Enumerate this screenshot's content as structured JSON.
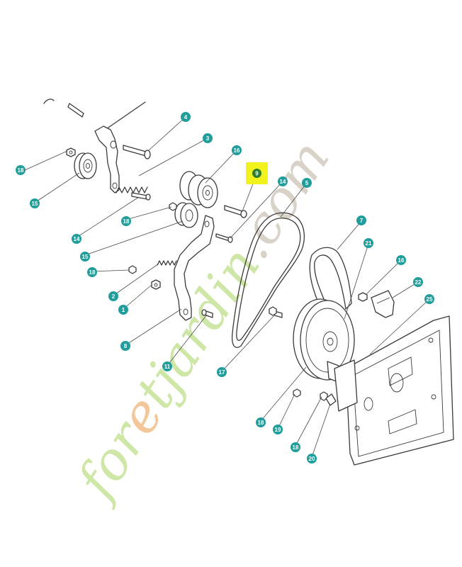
{
  "watermark": {
    "segments": [
      {
        "text": "for",
        "color": "#cfe7a6"
      },
      {
        "text": "e",
        "color": "#f4c79a"
      },
      {
        "text": "tjardin",
        "color": "#cfe7a6"
      },
      {
        "text": ".com",
        "color": "#d8d2c8"
      }
    ]
  },
  "colors": {
    "callout": "#1f9e9b",
    "highlight": "#f2f21c",
    "highlight_dot": "#2f7d2f",
    "line": "#3a3a3a"
  },
  "callouts": [
    {
      "id": "c4",
      "label": "4"
    },
    {
      "id": "c3",
      "label": "3"
    },
    {
      "id": "c18a",
      "label": "18"
    },
    {
      "id": "c15a",
      "label": "15"
    },
    {
      "id": "c16a",
      "label": "16"
    },
    {
      "id": "c9",
      "label": "9",
      "highlight": true
    },
    {
      "id": "c14a",
      "label": "14"
    },
    {
      "id": "c5",
      "label": "5"
    },
    {
      "id": "c14b",
      "label": "14"
    },
    {
      "id": "c18b",
      "label": "18"
    },
    {
      "id": "c15b",
      "label": "15"
    },
    {
      "id": "c7",
      "label": "7"
    },
    {
      "id": "c21",
      "label": "21"
    },
    {
      "id": "c18c",
      "label": "18"
    },
    {
      "id": "c16b",
      "label": "16"
    },
    {
      "id": "c2",
      "label": "2"
    },
    {
      "id": "c1",
      "label": "1"
    },
    {
      "id": "c22",
      "label": "22"
    },
    {
      "id": "c25",
      "label": "25"
    },
    {
      "id": "c8",
      "label": "8"
    },
    {
      "id": "c11",
      "label": "11"
    },
    {
      "id": "c17",
      "label": "17"
    },
    {
      "id": "c18d",
      "label": "18"
    },
    {
      "id": "c19",
      "label": "19"
    },
    {
      "id": "c18e",
      "label": "18"
    },
    {
      "id": "c20",
      "label": "20"
    }
  ]
}
